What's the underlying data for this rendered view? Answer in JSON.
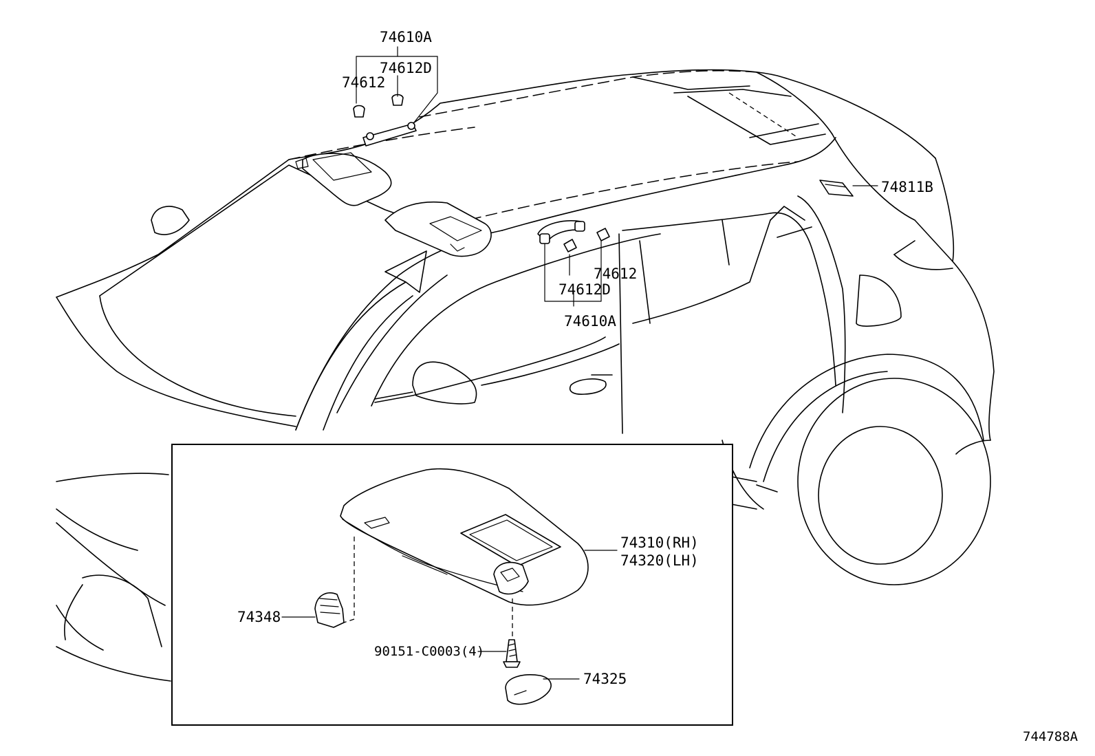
{
  "diagram_id": "744788A",
  "callouts": {
    "top_group_parent": "74610A",
    "top_group_child_d": "74612D",
    "top_group_child": "74612",
    "mid_group_child": "74612",
    "mid_group_child_d": "74612D",
    "mid_group_parent": "74610A",
    "rear_lamp": "74811B",
    "visor_rh": "74310(RH)",
    "visor_lh": "74320(LH)",
    "visor_holder": "74348",
    "screw": "90151-C0003(4)",
    "cover": "74325"
  }
}
